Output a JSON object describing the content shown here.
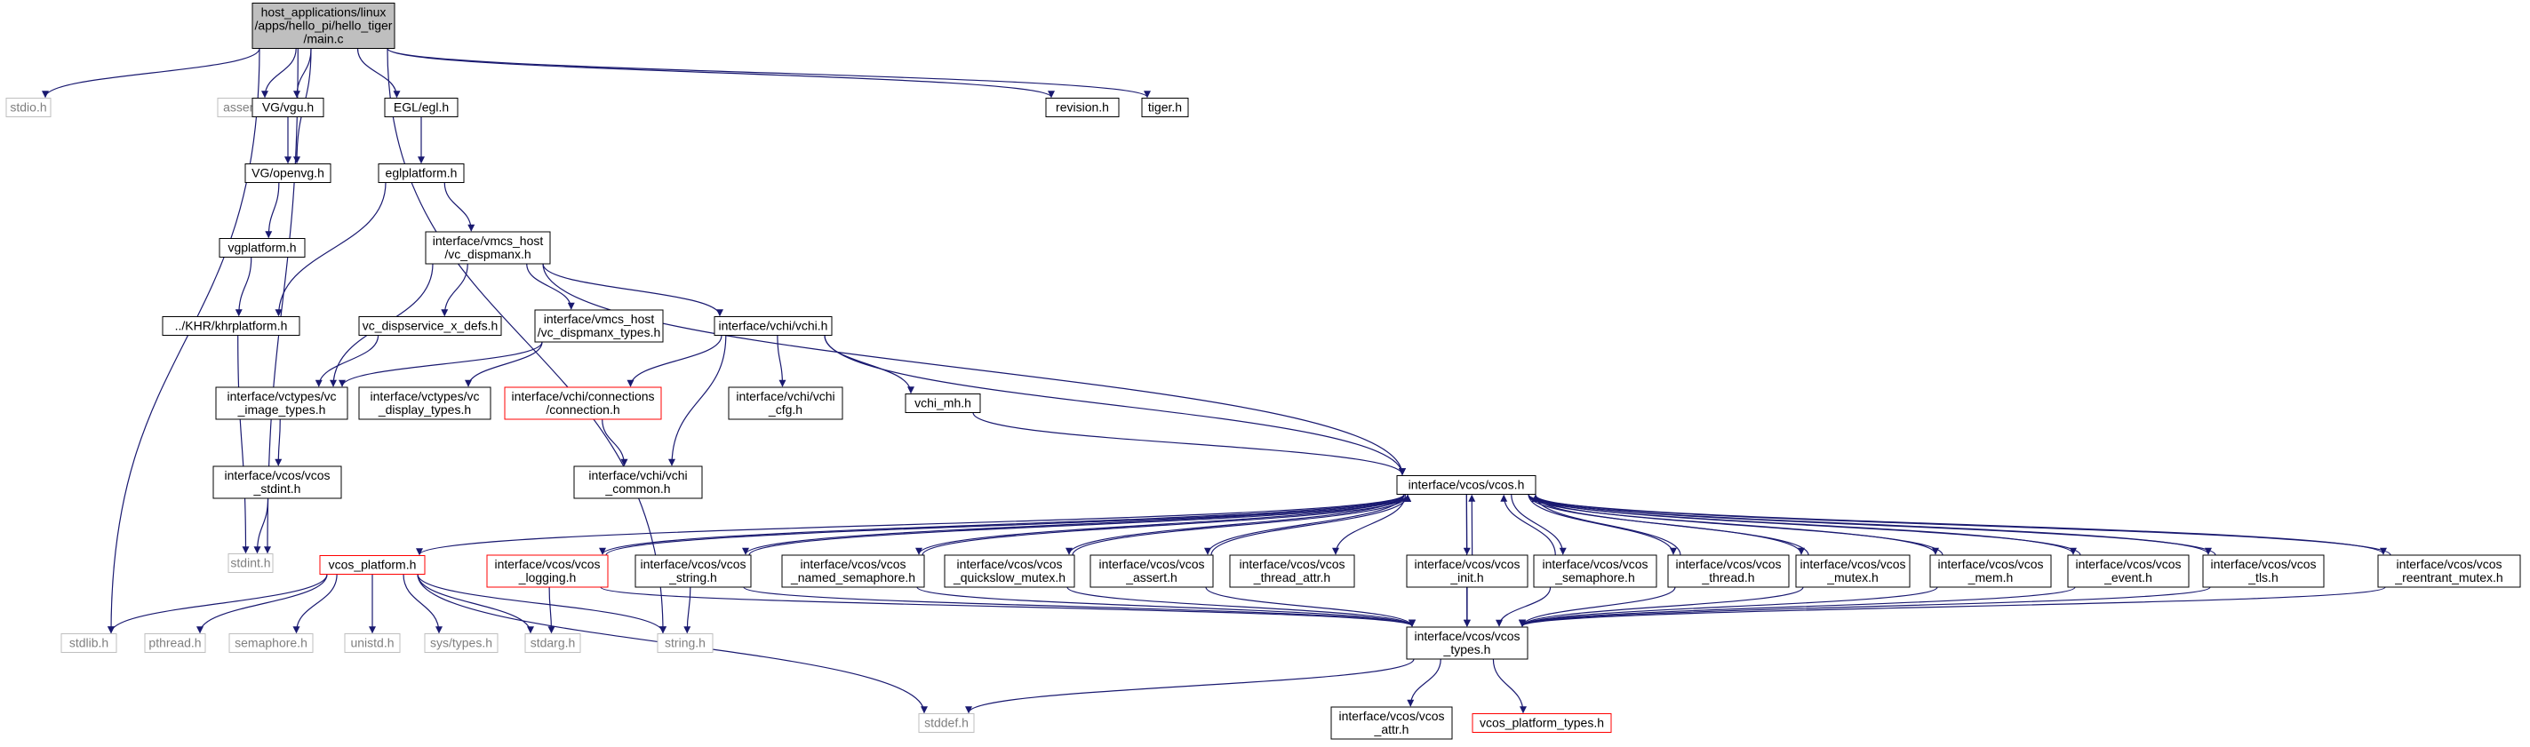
{
  "graph": {
    "colors": {
      "edge": "#191970",
      "box_border": "#000000",
      "root_fill": "#bfbfbf",
      "system_border": "#bfbfbf",
      "system_text": "#7f7f7f",
      "truncated_border": "#ff0000",
      "text": "#000000"
    },
    "nodes": [
      {
        "id": "main_c",
        "lines": [
          "host_applications/linux",
          "/apps/hello_pi/hello_tiger",
          "/main.c"
        ],
        "kind": "root"
      },
      {
        "id": "stdio_h",
        "lines": [
          "stdio.h"
        ],
        "kind": "system"
      },
      {
        "id": "assert_h",
        "lines": [
          "assert.h"
        ],
        "kind": "system"
      },
      {
        "id": "vg_vgu_h",
        "lines": [
          "VG/vgu.h"
        ],
        "kind": "normal"
      },
      {
        "id": "egl_egl_h",
        "lines": [
          "EGL/egl.h"
        ],
        "kind": "normal"
      },
      {
        "id": "revision_h",
        "lines": [
          "revision.h"
        ],
        "kind": "normal"
      },
      {
        "id": "tiger_h",
        "lines": [
          "tiger.h"
        ],
        "kind": "normal"
      },
      {
        "id": "vg_openvg_h",
        "lines": [
          "VG/openvg.h"
        ],
        "kind": "normal"
      },
      {
        "id": "eglplatform_h",
        "lines": [
          "eglplatform.h"
        ],
        "kind": "normal"
      },
      {
        "id": "vgplatform_h",
        "lines": [
          "vgplatform.h"
        ],
        "kind": "normal"
      },
      {
        "id": "vc_dispmanx_h",
        "lines": [
          "interface/vmcs_host",
          "/vc_dispmanx.h"
        ],
        "kind": "normal"
      },
      {
        "id": "khrplatform_h",
        "lines": [
          "../KHR/khrplatform.h"
        ],
        "kind": "normal"
      },
      {
        "id": "vc_dispservice_h",
        "lines": [
          "vc_dispservice_x_defs.h"
        ],
        "kind": "normal"
      },
      {
        "id": "vc_dispmanx_types_h",
        "lines": [
          "interface/vmcs_host",
          "/vc_dispmanx_types.h"
        ],
        "kind": "normal"
      },
      {
        "id": "vchi_h",
        "lines": [
          "interface/vchi/vchi.h"
        ],
        "kind": "normal"
      },
      {
        "id": "vc_image_types_h",
        "lines": [
          "interface/vctypes/vc",
          "_image_types.h"
        ],
        "kind": "normal"
      },
      {
        "id": "vc_display_types_h",
        "lines": [
          "interface/vctypes/vc",
          "_display_types.h"
        ],
        "kind": "normal"
      },
      {
        "id": "connection_h",
        "lines": [
          "interface/vchi/connections",
          "/connection.h"
        ],
        "kind": "truncated"
      },
      {
        "id": "vchi_cfg_h",
        "lines": [
          "interface/vchi/vchi",
          "_cfg.h"
        ],
        "kind": "normal"
      },
      {
        "id": "vchi_mh_h",
        "lines": [
          "vchi_mh.h"
        ],
        "kind": "normal"
      },
      {
        "id": "vcos_stdint_h",
        "lines": [
          "interface/vcos/vcos",
          "_stdint.h"
        ],
        "kind": "normal"
      },
      {
        "id": "vchi_common_h",
        "lines": [
          "interface/vchi/vchi",
          "_common.h"
        ],
        "kind": "normal"
      },
      {
        "id": "vcos_h",
        "lines": [
          "interface/vcos/vcos.h"
        ],
        "kind": "normal"
      },
      {
        "id": "stdint_h",
        "lines": [
          "stdint.h"
        ],
        "kind": "system"
      },
      {
        "id": "vcos_platform_h",
        "lines": [
          "vcos_platform.h"
        ],
        "kind": "truncated"
      },
      {
        "id": "vcos_logging_h",
        "lines": [
          "interface/vcos/vcos",
          "_logging.h"
        ],
        "kind": "truncated"
      },
      {
        "id": "vcos_string_h",
        "lines": [
          "interface/vcos/vcos",
          "_string.h"
        ],
        "kind": "normal"
      },
      {
        "id": "vcos_named_sem_h",
        "lines": [
          "interface/vcos/vcos",
          "_named_semaphore.h"
        ],
        "kind": "normal"
      },
      {
        "id": "vcos_quickslow_h",
        "lines": [
          "interface/vcos/vcos",
          "_quickslow_mutex.h"
        ],
        "kind": "normal"
      },
      {
        "id": "vcos_assert_h",
        "lines": [
          "interface/vcos/vcos",
          "_assert.h"
        ],
        "kind": "normal"
      },
      {
        "id": "vcos_thread_attr_h",
        "lines": [
          "interface/vcos/vcos",
          "_thread_attr.h"
        ],
        "kind": "normal"
      },
      {
        "id": "vcos_init_h",
        "lines": [
          "interface/vcos/vcos",
          "_init.h"
        ],
        "kind": "normal"
      },
      {
        "id": "vcos_semaphore_h",
        "lines": [
          "interface/vcos/vcos",
          "_semaphore.h"
        ],
        "kind": "normal"
      },
      {
        "id": "vcos_thread_h",
        "lines": [
          "interface/vcos/vcos",
          "_thread.h"
        ],
        "kind": "normal"
      },
      {
        "id": "vcos_mutex_h",
        "lines": [
          "interface/vcos/vcos",
          "_mutex.h"
        ],
        "kind": "normal"
      },
      {
        "id": "vcos_mem_h",
        "lines": [
          "interface/vcos/vcos",
          "_mem.h"
        ],
        "kind": "normal"
      },
      {
        "id": "vcos_event_h",
        "lines": [
          "interface/vcos/vcos",
          "_event.h"
        ],
        "kind": "normal"
      },
      {
        "id": "vcos_tls_h",
        "lines": [
          "interface/vcos/vcos",
          "_tls.h"
        ],
        "kind": "normal"
      },
      {
        "id": "vcos_reentrant_h",
        "lines": [
          "interface/vcos/vcos",
          "_reentrant_mutex.h"
        ],
        "kind": "normal"
      },
      {
        "id": "stdlib_h",
        "lines": [
          "stdlib.h"
        ],
        "kind": "system"
      },
      {
        "id": "pthread_h",
        "lines": [
          "pthread.h"
        ],
        "kind": "system"
      },
      {
        "id": "semaphore_h",
        "lines": [
          "semaphore.h"
        ],
        "kind": "system"
      },
      {
        "id": "unistd_h",
        "lines": [
          "unistd.h"
        ],
        "kind": "system"
      },
      {
        "id": "sys_types_h",
        "lines": [
          "sys/types.h"
        ],
        "kind": "system"
      },
      {
        "id": "stdarg_h",
        "lines": [
          "stdarg.h"
        ],
        "kind": "system"
      },
      {
        "id": "string_h",
        "lines": [
          "string.h"
        ],
        "kind": "system"
      },
      {
        "id": "vcos_types_h",
        "lines": [
          "interface/vcos/vcos",
          "_types.h"
        ],
        "kind": "normal"
      },
      {
        "id": "stddef_h",
        "lines": [
          "stddef.h"
        ],
        "kind": "system"
      },
      {
        "id": "vcos_attr_h",
        "lines": [
          "interface/vcos/vcos",
          "_attr.h"
        ],
        "kind": "normal"
      },
      {
        "id": "vcos_platform_types_h",
        "lines": [
          "vcos_platform_types.h"
        ],
        "kind": "truncated"
      }
    ],
    "edges": [
      [
        "main_c",
        "stdio_h"
      ],
      [
        "main_c",
        "assert_h"
      ],
      [
        "main_c",
        "vg_vgu_h"
      ],
      [
        "main_c",
        "vg_openvg_h"
      ],
      [
        "main_c",
        "egl_egl_h"
      ],
      [
        "main_c",
        "revision_h"
      ],
      [
        "main_c",
        "tiger_h"
      ],
      [
        "main_c",
        "stdlib_h"
      ],
      [
        "main_c",
        "string_h"
      ],
      [
        "main_c",
        "stdint_h"
      ],
      [
        "vg_vgu_h",
        "vg_openvg_h"
      ],
      [
        "vg_openvg_h",
        "vgplatform_h"
      ],
      [
        "vgplatform_h",
        "khrplatform_h"
      ],
      [
        "egl_egl_h",
        "eglplatform_h"
      ],
      [
        "eglplatform_h",
        "khrplatform_h"
      ],
      [
        "eglplatform_h",
        "vc_dispmanx_h"
      ],
      [
        "khrplatform_h",
        "stdint_h"
      ],
      [
        "vc_dispmanx_h",
        "vc_image_types_h"
      ],
      [
        "vc_dispmanx_h",
        "vc_dispservice_h"
      ],
      [
        "vc_dispmanx_h",
        "vc_dispmanx_types_h"
      ],
      [
        "vc_dispmanx_h",
        "vchi_h"
      ],
      [
        "vc_dispmanx_h",
        "vcos_h"
      ],
      [
        "vc_dispservice_h",
        "vc_image_types_h"
      ],
      [
        "vc_dispmanx_types_h",
        "vc_image_types_h"
      ],
      [
        "vc_dispmanx_types_h",
        "vc_display_types_h"
      ],
      [
        "vc_image_types_h",
        "vcos_stdint_h"
      ],
      [
        "vcos_stdint_h",
        "stdint_h"
      ],
      [
        "vchi_h",
        "connection_h"
      ],
      [
        "vchi_h",
        "vchi_cfg_h"
      ],
      [
        "vchi_h",
        "vchi_mh_h"
      ],
      [
        "vchi_h",
        "vchi_common_h"
      ],
      [
        "vchi_h",
        "vcos_h"
      ],
      [
        "connection_h",
        "vchi_common_h"
      ],
      [
        "vchi_mh_h",
        "vcos_h"
      ],
      [
        "vcos_h",
        "vcos_platform_h"
      ],
      [
        "vcos_h",
        "vcos_logging_h"
      ],
      [
        "vcos_h",
        "vcos_string_h"
      ],
      [
        "vcos_h",
        "vcos_named_sem_h"
      ],
      [
        "vcos_h",
        "vcos_quickslow_h"
      ],
      [
        "vcos_h",
        "vcos_assert_h"
      ],
      [
        "vcos_h",
        "vcos_thread_attr_h"
      ],
      [
        "vcos_h",
        "vcos_init_h"
      ],
      [
        "vcos_h",
        "vcos_semaphore_h"
      ],
      [
        "vcos_h",
        "vcos_thread_h"
      ],
      [
        "vcos_h",
        "vcos_mutex_h"
      ],
      [
        "vcos_h",
        "vcos_mem_h"
      ],
      [
        "vcos_h",
        "vcos_event_h"
      ],
      [
        "vcos_h",
        "vcos_tls_h"
      ],
      [
        "vcos_h",
        "vcos_reentrant_h"
      ],
      [
        "vcos_h",
        "vcos_types_h"
      ],
      [
        "vcos_logging_h",
        "vcos_h"
      ],
      [
        "vcos_string_h",
        "vcos_h"
      ],
      [
        "vcos_named_sem_h",
        "vcos_h"
      ],
      [
        "vcos_quickslow_h",
        "vcos_h"
      ],
      [
        "vcos_assert_h",
        "vcos_h"
      ],
      [
        "vcos_init_h",
        "vcos_h"
      ],
      [
        "vcos_semaphore_h",
        "vcos_h"
      ],
      [
        "vcos_thread_h",
        "vcos_h"
      ],
      [
        "vcos_mutex_h",
        "vcos_h"
      ],
      [
        "vcos_mem_h",
        "vcos_h"
      ],
      [
        "vcos_event_h",
        "vcos_h"
      ],
      [
        "vcos_tls_h",
        "vcos_h"
      ],
      [
        "vcos_reentrant_h",
        "vcos_h"
      ],
      [
        "vcos_platform_h",
        "stdlib_h"
      ],
      [
        "vcos_platform_h",
        "pthread_h"
      ],
      [
        "vcos_platform_h",
        "semaphore_h"
      ],
      [
        "vcos_platform_h",
        "unistd_h"
      ],
      [
        "vcos_platform_h",
        "sys_types_h"
      ],
      [
        "vcos_platform_h",
        "stdarg_h"
      ],
      [
        "vcos_platform_h",
        "string_h"
      ],
      [
        "vcos_platform_h",
        "stddef_h"
      ],
      [
        "vcos_logging_h",
        "stdarg_h"
      ],
      [
        "vcos_logging_h",
        "vcos_types_h"
      ],
      [
        "vcos_string_h",
        "string_h"
      ],
      [
        "vcos_string_h",
        "vcos_types_h"
      ],
      [
        "vcos_named_sem_h",
        "vcos_types_h"
      ],
      [
        "vcos_quickslow_h",
        "vcos_types_h"
      ],
      [
        "vcos_assert_h",
        "vcos_types_h"
      ],
      [
        "vcos_init_h",
        "vcos_types_h"
      ],
      [
        "vcos_semaphore_h",
        "vcos_types_h"
      ],
      [
        "vcos_thread_h",
        "vcos_types_h"
      ],
      [
        "vcos_mutex_h",
        "vcos_types_h"
      ],
      [
        "vcos_mem_h",
        "vcos_types_h"
      ],
      [
        "vcos_event_h",
        "vcos_types_h"
      ],
      [
        "vcos_tls_h",
        "vcos_types_h"
      ],
      [
        "vcos_reentrant_h",
        "vcos_types_h"
      ],
      [
        "vcos_types_h",
        "stddef_h"
      ],
      [
        "vcos_types_h",
        "vcos_attr_h"
      ],
      [
        "vcos_types_h",
        "vcos_platform_types_h"
      ]
    ]
  }
}
